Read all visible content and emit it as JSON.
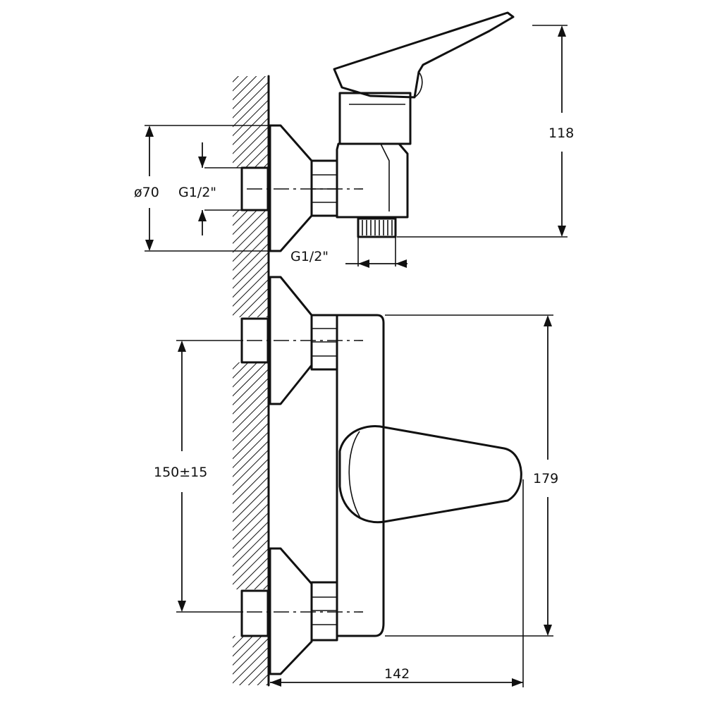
{
  "dimensions": {
    "diameter": "ø70",
    "thread_inlet": "G1/2\"",
    "thread_outlet": "G1/2\"",
    "height_side": "118",
    "centers": "150±15",
    "height_front": "179",
    "depth": "142"
  }
}
